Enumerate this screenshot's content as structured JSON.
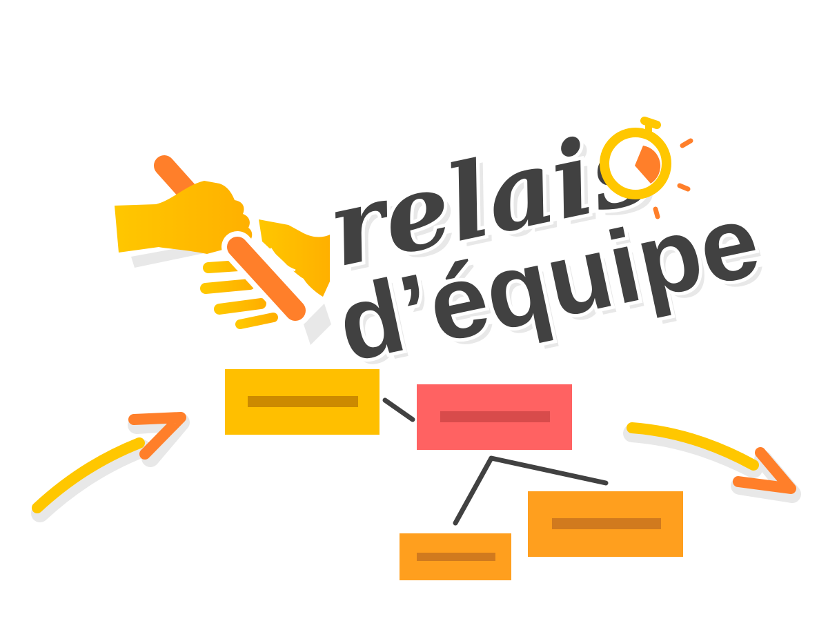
{
  "logo": {
    "line1": "relais",
    "line2": "d’équipe"
  },
  "icons": {
    "baton_handoff": "hand-passing-baton-icon",
    "stopwatch": "stopwatch-icon",
    "arrow_in": "curved-arrow-up-right-icon",
    "arrow_out": "curved-arrow-down-right-icon"
  },
  "colors": {
    "text_dark": "#414141",
    "yellow": "#FFC400",
    "yellow_gradient_end": "#FFB000",
    "orange": "#FF7F2A",
    "amber_box": "#FFBF00",
    "amber_bar": "#CC8A00",
    "red_box": "#FF6262",
    "red_bar": "#D84B4B",
    "orange_box": "#FF9F1E",
    "orange_bar": "#D17A1E",
    "connector": "#414141",
    "shadow": "#E8E8E8"
  },
  "diagram": {
    "nodes": [
      {
        "id": "node-1",
        "color": "#FFBF00"
      },
      {
        "id": "node-2",
        "color": "#FF6262"
      },
      {
        "id": "node-3",
        "color": "#FF9F1E"
      },
      {
        "id": "node-4",
        "color": "#FF9F1E"
      }
    ]
  }
}
